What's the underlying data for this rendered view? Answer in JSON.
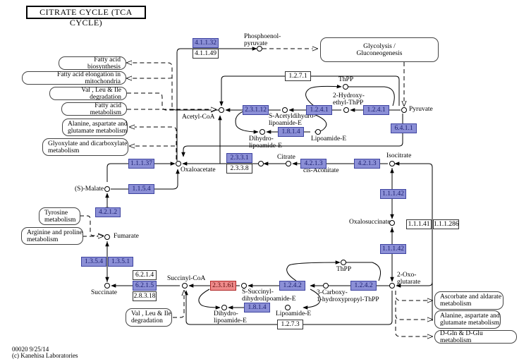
{
  "title": "CITRATE CYCLE (TCA CYCLE)",
  "colors": {
    "enzyme_highlight_blue": "#8b8fd6",
    "enzyme_highlight_red": "#ee8a8a",
    "enzyme_plain": "#ffffff",
    "line": "#000000"
  },
  "compounds": [
    {
      "id": "pep",
      "label": "Phosphoenol-\npyruvate"
    },
    {
      "id": "acetylcoa",
      "label": "Acetyl-CoA"
    },
    {
      "id": "thpp1",
      "label": "ThPP"
    },
    {
      "id": "hethpp",
      "label": "2-Hydroxy-\nethyl-ThPP"
    },
    {
      "id": "pyruvate",
      "label": "Pyruvate"
    },
    {
      "id": "sacetyl",
      "label": "S-Acetyldihydro-\nlipoamide-E"
    },
    {
      "id": "dihydro1",
      "label": "Dihydro-\nlipoamide-E"
    },
    {
      "id": "lipo1",
      "label": "Lipoamide-E"
    },
    {
      "id": "oxaloacetate",
      "label": "Oxaloacetate"
    },
    {
      "id": "citrate",
      "label": "Citrate"
    },
    {
      "id": "cisaconitate",
      "label": "cis-Aconitate"
    },
    {
      "id": "isocitrate",
      "label": "Isocitrate"
    },
    {
      "id": "malate",
      "label": "(S)-Malate"
    },
    {
      "id": "fumarate",
      "label": "Fumarate"
    },
    {
      "id": "oxalosuccinate",
      "label": "Oxalosuccinate"
    },
    {
      "id": "succinate",
      "label": "Succinate"
    },
    {
      "id": "succinylcoa",
      "label": "Succinyl-CoA"
    },
    {
      "id": "thpp2",
      "label": "ThPP"
    },
    {
      "id": "ssuccinyl",
      "label": "S-Succinyl-\ndihydrolipoamide-E"
    },
    {
      "id": "carboxy",
      "label": "3-Carboxy-\n1-hydroxypropyl-ThPP"
    },
    {
      "id": "oxoglutarate",
      "label": "2-Oxo-\nglutarate"
    },
    {
      "id": "dihydro2",
      "label": "Dihydro-\nlipoamide-E"
    },
    {
      "id": "lipo2",
      "label": "Lipoamide-E"
    }
  ],
  "enzymes": [
    {
      "id": "e4.1.1.32",
      "label": "4.1.1.32",
      "state": "blue"
    },
    {
      "id": "e4.1.1.49",
      "label": "4.1.1.49",
      "state": "white"
    },
    {
      "id": "e1.2.7.1",
      "label": "1.2.7.1",
      "state": "white"
    },
    {
      "id": "e2.3.1.12",
      "label": "2.3.1.12",
      "state": "blue"
    },
    {
      "id": "e1.2.4.1a",
      "label": "1.2.4.1",
      "state": "blue"
    },
    {
      "id": "e1.2.4.1b",
      "label": "1.2.4.1",
      "state": "blue"
    },
    {
      "id": "e1.8.1.4a",
      "label": "1.8.1.4",
      "state": "blue"
    },
    {
      "id": "e6.4.1.1",
      "label": "6.4.1.1",
      "state": "blue"
    },
    {
      "id": "e1.1.1.37",
      "label": "1.1.1.37",
      "state": "blue"
    },
    {
      "id": "e1.1.5.4",
      "label": "1.1.5.4",
      "state": "blue"
    },
    {
      "id": "e2.3.3.1",
      "label": "2.3.3.1",
      "state": "blue"
    },
    {
      "id": "e2.3.3.8",
      "label": "2.3.3.8",
      "state": "white"
    },
    {
      "id": "e4.2.1.3a",
      "label": "4.2.1.3",
      "state": "blue"
    },
    {
      "id": "e4.2.1.3b",
      "label": "4.2.1.3",
      "state": "blue"
    },
    {
      "id": "e4.2.1.2",
      "label": "4.2.1.2",
      "state": "blue"
    },
    {
      "id": "e1.1.1.42a",
      "label": "1.1.1.42",
      "state": "blue"
    },
    {
      "id": "e1.1.1.41",
      "label": "1.1.1.41",
      "state": "white"
    },
    {
      "id": "e1.1.1.286",
      "label": "1.1.1.286",
      "state": "white"
    },
    {
      "id": "e1.1.1.42b",
      "label": "1.1.1.42",
      "state": "blue"
    },
    {
      "id": "e1.3.5.4",
      "label": "1.3.5.4",
      "state": "blue"
    },
    {
      "id": "e1.3.5.1",
      "label": "1.3.5.1",
      "state": "blue"
    },
    {
      "id": "e6.2.1.4",
      "label": "6.2.1.4",
      "state": "white"
    },
    {
      "id": "e6.2.1.5",
      "label": "6.2.1.5",
      "state": "blue"
    },
    {
      "id": "e2.8.3.18",
      "label": "2.8.3.18",
      "state": "white"
    },
    {
      "id": "e2.3.1.61",
      "label": "2.3.1.61",
      "state": "red"
    },
    {
      "id": "e1.2.4.2a",
      "label": "1.2.4.2",
      "state": "blue"
    },
    {
      "id": "e1.2.4.2b",
      "label": "1.2.4.2",
      "state": "blue"
    },
    {
      "id": "e1.8.1.4b",
      "label": "1.8.1.4",
      "state": "blue"
    },
    {
      "id": "e1.2.7.3",
      "label": "1.2.7.3",
      "state": "white"
    }
  ],
  "pathway_links": [
    {
      "id": "fa-biosynthesis",
      "label": "Fatty acid biosynthesis"
    },
    {
      "id": "fa-elongation",
      "label": "Fatty acid elongation in mitochondria"
    },
    {
      "id": "val-leu-ile-1",
      "label": "Val , Leu & Ile degradation"
    },
    {
      "id": "fa-metabolism",
      "label": "Fatty acid metabolism"
    },
    {
      "id": "ala-asp-glu-1",
      "label": "Alanine, aspartate and\nglutamate metabolism"
    },
    {
      "id": "glyoxylate",
      "label": "Glyoxylate and dicarboxylate\nmetabolism"
    },
    {
      "id": "glycolysis",
      "label": "Glycolysis /\nGluconeogenesis"
    },
    {
      "id": "tyrosine",
      "label": "Tyrosine\nmetabolism"
    },
    {
      "id": "arg-pro",
      "label": "Arginine and proline\nmetabolism"
    },
    {
      "id": "val-leu-ile-2",
      "label": "Val , Leu & Ile\ndegradation"
    },
    {
      "id": "ascorbate",
      "label": "Ascorbate and aldarate\nmetabolism"
    },
    {
      "id": "ala-asp-glu-2",
      "label": "Alanine, aspartate and\nglutamate metabolism"
    },
    {
      "id": "dgln-dglu",
      "label": "D-Gln & D-Glu metabolism"
    }
  ],
  "footer": {
    "map_id_date": "00020 9/25/14",
    "copyright": "(c) Kanehisa Laboratories"
  }
}
